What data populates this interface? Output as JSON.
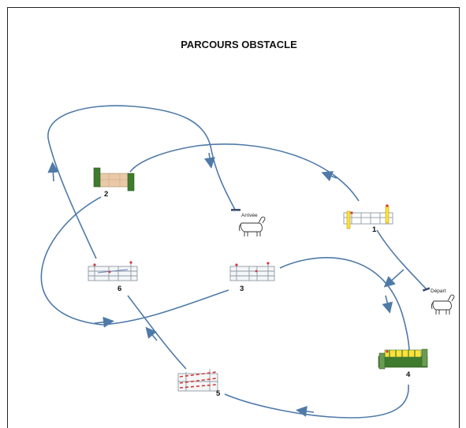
{
  "title": "PARCOURS OBSTACLE",
  "arrival_label": "Arrivée",
  "start_label": "Départ",
  "obstacles": [
    {
      "number": "1",
      "type": "vertical-white-yellow"
    },
    {
      "number": "2",
      "type": "wall-green-beige"
    },
    {
      "number": "3",
      "type": "oxer-white-red"
    },
    {
      "number": "4",
      "type": "wall-green-yellow"
    },
    {
      "number": "5",
      "type": "triple-bar-red-white"
    },
    {
      "number": "6",
      "type": "oxer-white-red"
    }
  ],
  "colors": {
    "track": "#4f7aa8",
    "frame": "#222222",
    "wall_green": "#3f7a2e",
    "beige": "#e9c9a8",
    "yellow": "#ffe23a",
    "red": "#d23a3a"
  }
}
